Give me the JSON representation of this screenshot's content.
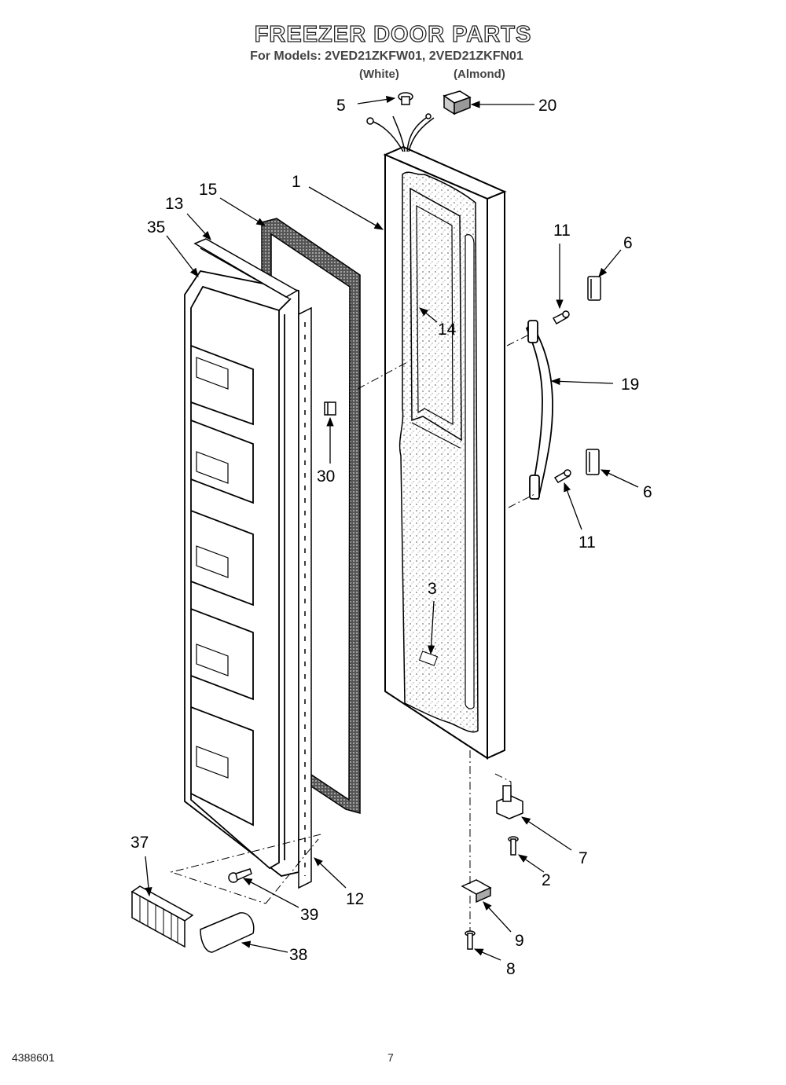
{
  "header": {
    "title": "FREEZER DOOR PARTS",
    "models": "For Models: 2VED21ZKFW01, 2VED21ZKFN01",
    "variant_white": "(White)",
    "variant_almond": "(Almond)"
  },
  "callouts": [
    {
      "id": "c5",
      "label": "5"
    },
    {
      "id": "c20",
      "label": "20"
    },
    {
      "id": "c1",
      "label": "1"
    },
    {
      "id": "c15",
      "label": "15"
    },
    {
      "id": "c13",
      "label": "13"
    },
    {
      "id": "c35",
      "label": "35"
    },
    {
      "id": "c11a",
      "label": "11"
    },
    {
      "id": "c6a",
      "label": "6"
    },
    {
      "id": "c14",
      "label": "14"
    },
    {
      "id": "c19",
      "label": "19"
    },
    {
      "id": "c30",
      "label": "30"
    },
    {
      "id": "c6b",
      "label": "6"
    },
    {
      "id": "c11b",
      "label": "11"
    },
    {
      "id": "c3",
      "label": "3"
    },
    {
      "id": "c7",
      "label": "7"
    },
    {
      "id": "c2",
      "label": "2"
    },
    {
      "id": "c37",
      "label": "37"
    },
    {
      "id": "c12",
      "label": "12"
    },
    {
      "id": "c39",
      "label": "39"
    },
    {
      "id": "c9",
      "label": "9"
    },
    {
      "id": "c38",
      "label": "38"
    },
    {
      "id": "c8",
      "label": "8"
    }
  ],
  "footer": {
    "doc_number": "4388601",
    "page_number": "7"
  }
}
